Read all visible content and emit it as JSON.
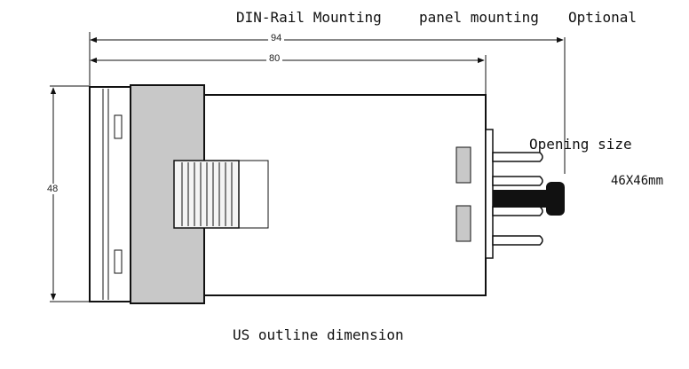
{
  "header": {
    "din_rail": "DIN-Rail Mounting",
    "panel": "panel mounting",
    "optional": "Optional"
  },
  "dimensions": {
    "overall_length": "94",
    "body_length": "80",
    "height": "48"
  },
  "opening": {
    "label": "Opening size",
    "value": "46X46mm"
  },
  "caption": "US  outline dimension"
}
